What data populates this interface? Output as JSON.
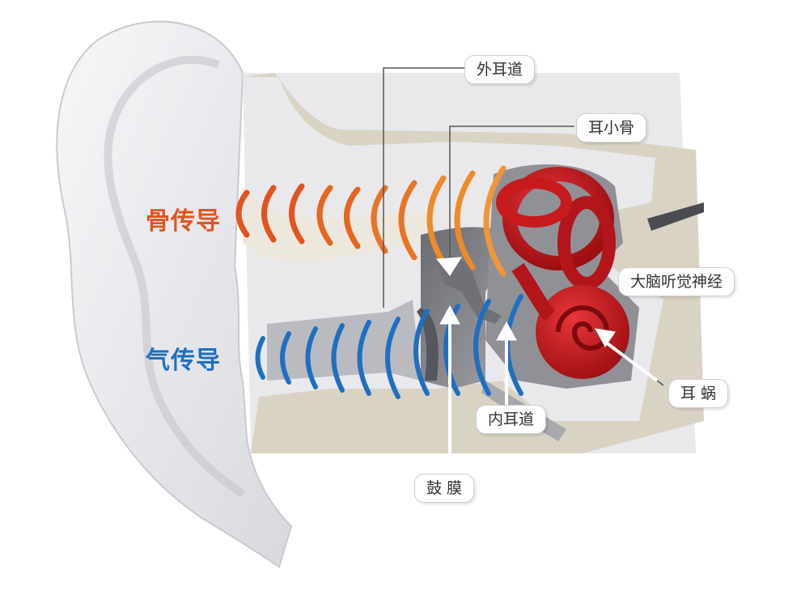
{
  "labels": {
    "outer_canal": "外耳道",
    "ossicles": "耳小骨",
    "auditory_nerve": "大脑听觉神经",
    "cochlea": "耳 蜗",
    "inner_canal": "内耳道",
    "eardrum": "鼓 膜"
  },
  "modes": {
    "bone": {
      "text": "骨传导",
      "color": "#e2541f"
    },
    "air": {
      "text": "气传导",
      "color": "#1f6fc1"
    }
  },
  "colors": {
    "bone_wave": "#e2541f",
    "bone_wave_light": "#ef8a2a",
    "air_wave": "#1f6fc1",
    "bone_tissue": "#d9d3c4",
    "cochlea_red": "#c8191c"
  }
}
